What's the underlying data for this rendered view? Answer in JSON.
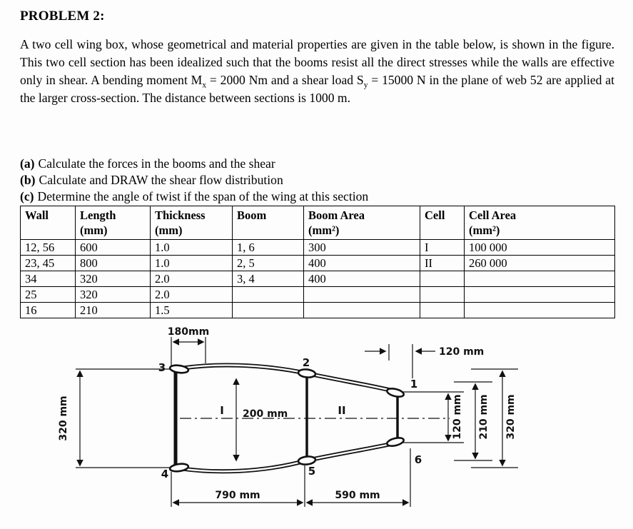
{
  "page": {
    "title": "PROBLEM 2:"
  },
  "intro": {
    "segments": [
      {
        "t": "A two cell wing box, whose geometrical and material properties are given in the table below, is shown in the figure. This two cell section has been idealized such that the booms resist all the direct stresses while the walls are effective only in shear. A bending moment M"
      },
      {
        "t": "x",
        "sub": true
      },
      {
        "t": " = 2000 Nm and a shear load S"
      },
      {
        "t": "y",
        "sub": true
      },
      {
        "t": " = 15000 N in the plane of web 52 are applied at the larger cross-section. The distance between sections is 1000 m."
      }
    ]
  },
  "tasks": [
    {
      "label": "(a)",
      "text": "Calculate the forces in the booms and the shear"
    },
    {
      "label": "(b)",
      "text": "Calculate and DRAW the shear flow distribution"
    },
    {
      "label": "(c)",
      "text": "Determine the angle of twist if the span of the wing at this section"
    }
  ],
  "table": {
    "headers": [
      {
        "line1": "Wall",
        "line2": ""
      },
      {
        "line1": "Length",
        "line2": "(mm)"
      },
      {
        "line1": "Thickness",
        "line2": "(mm)"
      },
      {
        "line1": "Boom",
        "line2": ""
      },
      {
        "line1": "Boom Area",
        "line2": "(mm²)"
      },
      {
        "line1": "Cell",
        "line2": ""
      },
      {
        "line1": "Cell Area",
        "line2": "(mm²)"
      }
    ],
    "rows": [
      [
        "12, 56",
        "600",
        "1.0",
        "1, 6",
        "300",
        "I",
        "100 000"
      ],
      [
        "23, 45",
        "800",
        "1.0",
        "2, 5",
        "400",
        "II",
        "260 000"
      ],
      [
        "34",
        "320",
        "2.0",
        "3, 4",
        "400",
        "",
        ""
      ],
      [
        "25",
        "320",
        "2.0",
        "",
        "",
        "",
        ""
      ],
      [
        "16",
        "210",
        "1.5",
        "",
        "",
        "",
        ""
      ]
    ]
  },
  "figure": {
    "booms": {
      "b1": "1",
      "b2": "2",
      "b3": "3",
      "b4": "4",
      "b5": "5",
      "b6": "6"
    },
    "cells": {
      "cell1": "I",
      "cell2": "II"
    },
    "dims": {
      "top_left": "180mm",
      "top_right": "120 mm",
      "cell1_height": "200 mm",
      "left_height": "320 mm",
      "right_h1": "120 mm",
      "right_h2": "210 mm",
      "right_h3": "320 mm",
      "bottom_left": "790 mm",
      "bottom_right": "590 mm"
    }
  }
}
